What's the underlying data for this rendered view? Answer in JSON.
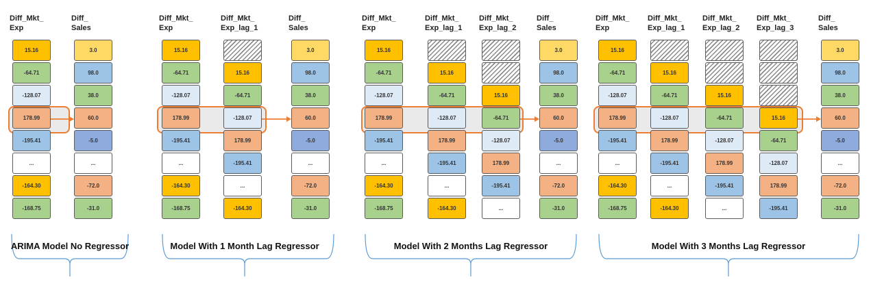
{
  "colors": {
    "yellow": "#ffd966",
    "orange": "#ffc000",
    "green": "#a9d18e",
    "blue": "#9dc3e6",
    "dark_blue": "#8faadc",
    "light_blue": "#deebf7",
    "salmon": "#f4b183",
    "white": "#ffffff",
    "highlight_border": "#ed7d31",
    "brace": "#5b9bd5"
  },
  "panels": [
    {
      "label": "ARIMA Model No Regressor",
      "columns": [
        {
          "header": "Diff_Mkt_\nExp",
          "cells": [
            {
              "text": "15.16",
              "color": "orange"
            },
            {
              "text": "-64.71",
              "color": "green"
            },
            {
              "text": "-128.07",
              "color": "light_blue"
            },
            {
              "text": "178.99",
              "color": "salmon"
            },
            {
              "text": "-195.41",
              "color": "blue"
            },
            {
              "text": "...",
              "color": "white"
            },
            {
              "text": "-164.30",
              "color": "orange"
            },
            {
              "text": "-168.75",
              "color": "green"
            }
          ]
        },
        {
          "header": "Diff_\nSales",
          "cells": [
            {
              "text": "3.0",
              "color": "yellow"
            },
            {
              "text": "98.0",
              "color": "blue"
            },
            {
              "text": "38.0",
              "color": "green"
            },
            {
              "text": "60.0",
              "color": "salmon"
            },
            {
              "text": "-5.0",
              "color": "dark_blue"
            },
            {
              "text": "...",
              "color": "white"
            },
            {
              "text": "-72.0",
              "color": "salmon"
            },
            {
              "text": "-31.0",
              "color": "green"
            }
          ]
        }
      ]
    },
    {
      "label": "Model With 1 Month Lag Regressor",
      "columns": [
        {
          "header": "Diff_Mkt_\nExp",
          "cells": [
            {
              "text": "15.16",
              "color": "orange"
            },
            {
              "text": "-64.71",
              "color": "green"
            },
            {
              "text": "-128.07",
              "color": "light_blue"
            },
            {
              "text": "178.99",
              "color": "salmon"
            },
            {
              "text": "-195.41",
              "color": "blue"
            },
            {
              "text": "...",
              "color": "white"
            },
            {
              "text": "-164.30",
              "color": "orange"
            },
            {
              "text": "-168.75",
              "color": "green"
            }
          ]
        },
        {
          "header": "Diff_Mkt_\nExp_lag_1",
          "cells": [
            {
              "text": "",
              "color": "hatch"
            },
            {
              "text": "15.16",
              "color": "orange"
            },
            {
              "text": "-64.71",
              "color": "green"
            },
            {
              "text": "-128.07",
              "color": "light_blue"
            },
            {
              "text": "178.99",
              "color": "salmon"
            },
            {
              "text": "-195.41",
              "color": "blue"
            },
            {
              "text": "...",
              "color": "white"
            },
            {
              "text": "-164.30",
              "color": "orange"
            }
          ]
        },
        {
          "header": "Diff_\nSales",
          "cells": [
            {
              "text": "3.0",
              "color": "yellow"
            },
            {
              "text": "98.0",
              "color": "blue"
            },
            {
              "text": "38.0",
              "color": "green"
            },
            {
              "text": "60.0",
              "color": "salmon"
            },
            {
              "text": "-5.0",
              "color": "dark_blue"
            },
            {
              "text": "...",
              "color": "white"
            },
            {
              "text": "-72.0",
              "color": "salmon"
            },
            {
              "text": "-31.0",
              "color": "green"
            }
          ]
        }
      ]
    },
    {
      "label": "Model With 2 Months Lag Regressor",
      "columns": [
        {
          "header": "Diff_Mkt_\nExp",
          "cells": [
            {
              "text": "15.16",
              "color": "orange"
            },
            {
              "text": "-64.71",
              "color": "green"
            },
            {
              "text": "-128.07",
              "color": "light_blue"
            },
            {
              "text": "178.99",
              "color": "salmon"
            },
            {
              "text": "-195.41",
              "color": "blue"
            },
            {
              "text": "...",
              "color": "white"
            },
            {
              "text": "-164.30",
              "color": "orange"
            },
            {
              "text": "-168.75",
              "color": "green"
            }
          ]
        },
        {
          "header": "Diff_Mkt_\nExp_lag_1",
          "cells": [
            {
              "text": "",
              "color": "hatch"
            },
            {
              "text": "15.16",
              "color": "orange"
            },
            {
              "text": "-64.71",
              "color": "green"
            },
            {
              "text": "-128.07",
              "color": "light_blue"
            },
            {
              "text": "178.99",
              "color": "salmon"
            },
            {
              "text": "-195.41",
              "color": "blue"
            },
            {
              "text": "...",
              "color": "white"
            },
            {
              "text": "-164.30",
              "color": "orange"
            }
          ]
        },
        {
          "header": "Diff_Mkt_\nExp_lag_2",
          "cells": [
            {
              "text": "",
              "color": "hatch"
            },
            {
              "text": "",
              "color": "hatch"
            },
            {
              "text": "15.16",
              "color": "orange"
            },
            {
              "text": "-64.71",
              "color": "green"
            },
            {
              "text": "-128.07",
              "color": "light_blue"
            },
            {
              "text": "178.99",
              "color": "salmon"
            },
            {
              "text": "-195.41",
              "color": "blue"
            },
            {
              "text": "...",
              "color": "white"
            }
          ]
        },
        {
          "header": "Diff_\nSales",
          "cells": [
            {
              "text": "3.0",
              "color": "yellow"
            },
            {
              "text": "98.0",
              "color": "blue"
            },
            {
              "text": "38.0",
              "color": "green"
            },
            {
              "text": "60.0",
              "color": "salmon"
            },
            {
              "text": "-5.0",
              "color": "dark_blue"
            },
            {
              "text": "...",
              "color": "white"
            },
            {
              "text": "-72.0",
              "color": "salmon"
            },
            {
              "text": "-31.0",
              "color": "green"
            }
          ]
        }
      ]
    },
    {
      "label": "Model With 3 Months Lag Regressor",
      "columns": [
        {
          "header": "Diff_Mkt_\nExp",
          "cells": [
            {
              "text": "15.16",
              "color": "orange"
            },
            {
              "text": "-64.71",
              "color": "green"
            },
            {
              "text": "-128.07",
              "color": "light_blue"
            },
            {
              "text": "178.99",
              "color": "salmon"
            },
            {
              "text": "-195.41",
              "color": "blue"
            },
            {
              "text": "...",
              "color": "white"
            },
            {
              "text": "-164.30",
              "color": "orange"
            },
            {
              "text": "-168.75",
              "color": "green"
            }
          ]
        },
        {
          "header": "Diff_Mkt_\nExp_lag_1",
          "cells": [
            {
              "text": "",
              "color": "hatch"
            },
            {
              "text": "15.16",
              "color": "orange"
            },
            {
              "text": "-64.71",
              "color": "green"
            },
            {
              "text": "-128.07",
              "color": "light_blue"
            },
            {
              "text": "178.99",
              "color": "salmon"
            },
            {
              "text": "-195.41",
              "color": "blue"
            },
            {
              "text": "...",
              "color": "white"
            },
            {
              "text": "-164.30",
              "color": "orange"
            }
          ]
        },
        {
          "header": "Diff_Mkt_\nExp_lag_2",
          "cells": [
            {
              "text": "",
              "color": "hatch"
            },
            {
              "text": "",
              "color": "hatch"
            },
            {
              "text": "15.16",
              "color": "orange"
            },
            {
              "text": "-64.71",
              "color": "green"
            },
            {
              "text": "-128.07",
              "color": "light_blue"
            },
            {
              "text": "178.99",
              "color": "salmon"
            },
            {
              "text": "-195.41",
              "color": "blue"
            },
            {
              "text": "...",
              "color": "white"
            }
          ]
        },
        {
          "header": "Diff_Mkt_\nExp_lag_3",
          "cells": [
            {
              "text": "",
              "color": "hatch"
            },
            {
              "text": "",
              "color": "hatch"
            },
            {
              "text": "",
              "color": "hatch"
            },
            {
              "text": "15.16",
              "color": "orange"
            },
            {
              "text": "-64.71",
              "color": "green"
            },
            {
              "text": "-128.07",
              "color": "light_blue"
            },
            {
              "text": "178.99",
              "color": "salmon"
            },
            {
              "text": "-195.41",
              "color": "blue"
            }
          ]
        },
        {
          "header": "Diff_\nSales",
          "cells": [
            {
              "text": "3.0",
              "color": "yellow"
            },
            {
              "text": "98.0",
              "color": "blue"
            },
            {
              "text": "38.0",
              "color": "green"
            },
            {
              "text": "60.0",
              "color": "salmon"
            },
            {
              "text": "-5.0",
              "color": "dark_blue"
            },
            {
              "text": "...",
              "color": "white"
            },
            {
              "text": "-72.0",
              "color": "salmon"
            },
            {
              "text": "-31.0",
              "color": "green"
            }
          ]
        }
      ]
    }
  ]
}
